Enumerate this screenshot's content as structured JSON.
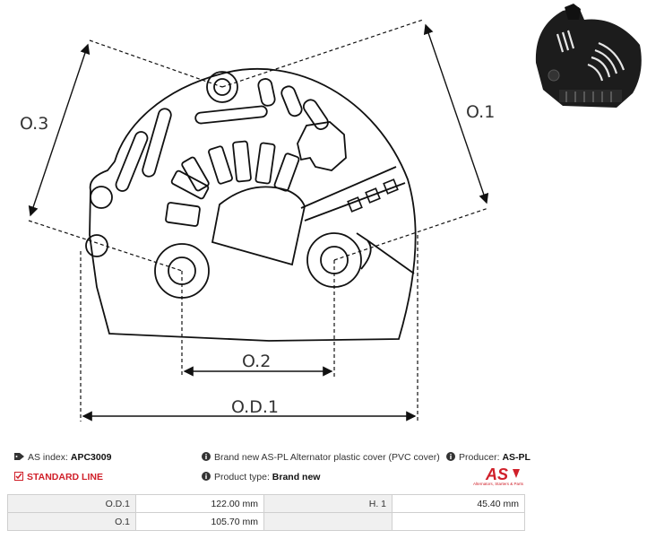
{
  "drawing": {
    "labels": {
      "o3": "O.3",
      "o1": "O.1",
      "o2": "O.2",
      "od1": "O.D.1"
    }
  },
  "info": {
    "as_index_label": "AS index:",
    "as_index_value": "APC3009",
    "standard_line": "STANDARD LINE",
    "description": "Brand new AS-PL Alternator plastic cover (PVC cover)",
    "product_type_label": "Product type:",
    "product_type_value": "Brand new",
    "producer_label": "Producer:",
    "producer_value": "AS-PL",
    "logo_text": "AS",
    "logo_tagline": "Alternators, Starters & Parts"
  },
  "specs": {
    "rows": [
      {
        "k1": "O.D.1",
        "v1": "122.00 mm",
        "k2": "H. 1",
        "v2": "45.40 mm"
      },
      {
        "k1": "O.1",
        "v1": "105.70 mm",
        "k2": "",
        "v2": ""
      }
    ]
  },
  "colors": {
    "brand_red": "#d0202a",
    "line": "#111111"
  }
}
